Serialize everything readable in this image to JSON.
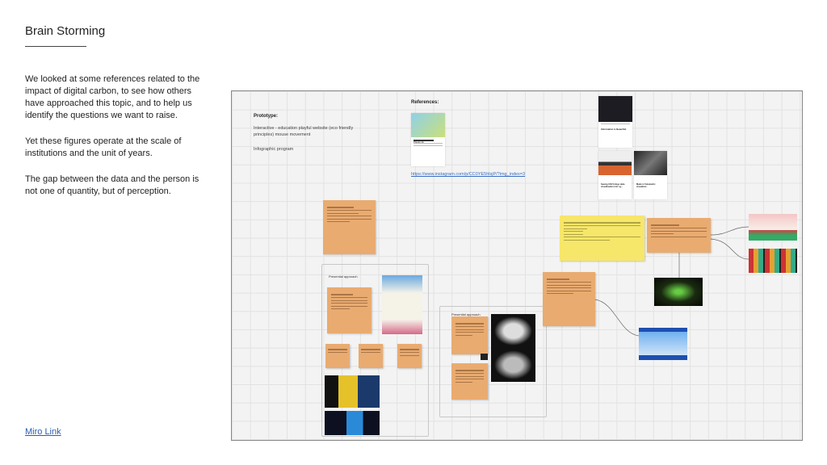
{
  "slide": {
    "title": "Brain Storming",
    "paragraphs": [
      "We looked at some references related to the impact of digital carbon, to see how others have approached this topic, and to help us identify the questions we want to raise.",
      "Yet these figures operate at the scale of institutions and the unit of years.",
      "The gap between the data and the person is not one of quantity, but of perception."
    ],
    "link_label": "Miro Link"
  },
  "board": {
    "prototype_heading": "Prototype:",
    "prototype_lines": [
      "Interactive - education playful website (eco friendly principles) mouse movement",
      "Infographic program"
    ],
    "references_heading": "References:",
    "reference_link": "https://www.instagram.com/p/CC0YE5hlsjP/?img_index=3",
    "card_plastic_title": "Plastic Air",
    "card_iib_title": "Information is Beautiful",
    "card_seeing_title": "Seeing CO2 brings data visualisation into r.g...",
    "card_made_title": "Made in Volumetric visualizat...",
    "frame1_label": "Presential approach",
    "frame2_label": "Presential approach"
  },
  "colors": {
    "sticky_orange": "#e9ab70",
    "sticky_yellow": "#f6e66a",
    "link": "#2a5db0"
  }
}
